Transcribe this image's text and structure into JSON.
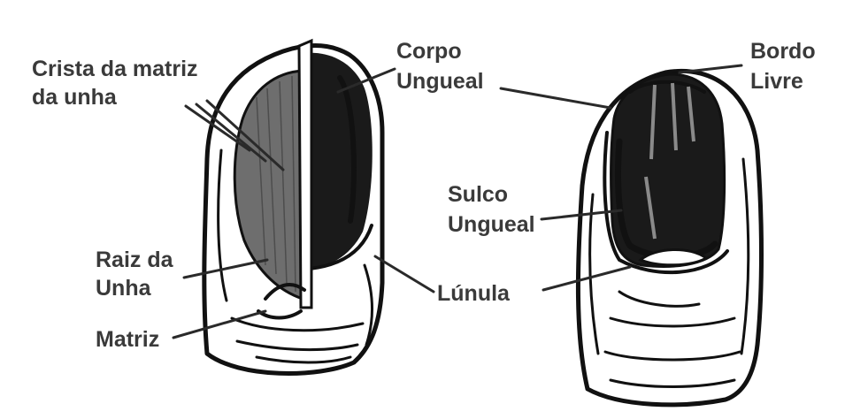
{
  "labels": {
    "crista_line1": "Crista da matriz",
    "crista_line2": "da unha",
    "corpo_line1": "Corpo",
    "corpo_line2": "Ungueal",
    "raiz_line1": "Raiz da",
    "raiz_line2": "Unha",
    "matriz": "Matriz",
    "lunula": "Lúnula",
    "bordo_line1": "Bordo",
    "bordo_line2": "Livre",
    "sulco_line1": "Sulco",
    "sulco_line2": "Ungueal"
  },
  "colors": {
    "ink": "#111111",
    "nail_dark": "#1a1a1a",
    "matrix_gray": "#6e6e6e",
    "label_text": "#3a3a3a",
    "background": "#ffffff"
  }
}
